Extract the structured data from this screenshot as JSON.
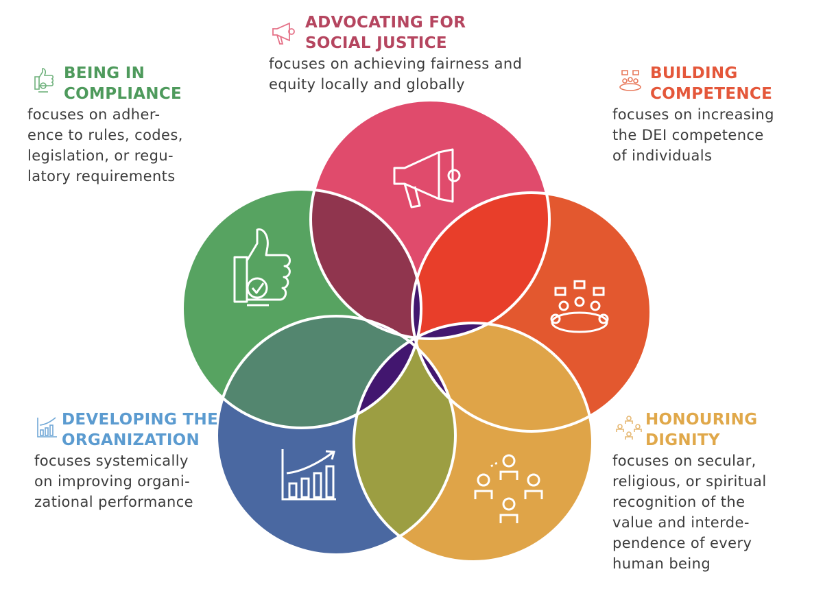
{
  "colors": {
    "compliance": "#57A361",
    "social_justice": "#E04B6C",
    "competence": "#E3582F",
    "dignity": "#DFA448",
    "organization": "#4A68A1",
    "maroon": "#90354E",
    "red": "#E83E2A",
    "teal": "#53866F",
    "olive": "#9C9E42",
    "purple": "#42166F"
  },
  "sections": {
    "compliance": {
      "title": [
        "BEING IN",
        "COMPLIANCE"
      ],
      "desc": [
        "focuses on adher-",
        "ence to rules, codes,",
        "legislation, or regu-",
        "latory requirements"
      ],
      "icon": "thumbs-up-check-icon",
      "color": "#4E9A5C"
    },
    "social_justice": {
      "title": [
        "ADVOCATING FOR",
        "SOCIAL JUSTICE"
      ],
      "desc": [
        "focuses on achieving fairness and",
        "equity locally and globally"
      ],
      "icon": "megaphone-icon",
      "color": "#B5455F"
    },
    "competence": {
      "title": [
        "BUILDING",
        "COMPETENCE"
      ],
      "desc": [
        "focuses on increasing",
        "the DEI competence",
        "of individuals"
      ],
      "icon": "team-meeting-icon",
      "color": "#E4573A"
    },
    "organization": {
      "title": [
        "DEVELOPING THE",
        "ORGANIZATION"
      ],
      "desc": [
        "focuses systemically",
        "on improving organi-",
        "zational performance"
      ],
      "icon": "growth-chart-icon",
      "color": "#5B9BD0"
    },
    "dignity": {
      "title": [
        "HONOURING",
        "DIGNITY"
      ],
      "desc": [
        "focuses on secular,",
        "religious, or spiritual",
        "recognition of the",
        "value and interde-",
        "pendence of every",
        "human being"
      ],
      "icon": "people-circle-icon",
      "color": "#E0A84A"
    }
  }
}
